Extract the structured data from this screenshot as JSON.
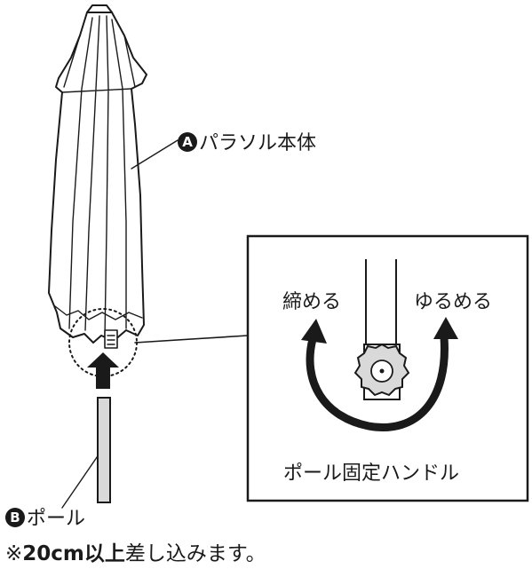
{
  "labels": {
    "parasol_body_marker": "A",
    "parasol_body": "パラソル本体",
    "pole_marker": "B",
    "pole": "ポール",
    "tighten": "締める",
    "loosen": "ゆるめる",
    "handle": "ポール固定ハンドル"
  },
  "note": {
    "prefix": "※",
    "bold": "20cm以上",
    "rest": "差し込みます。"
  }
}
